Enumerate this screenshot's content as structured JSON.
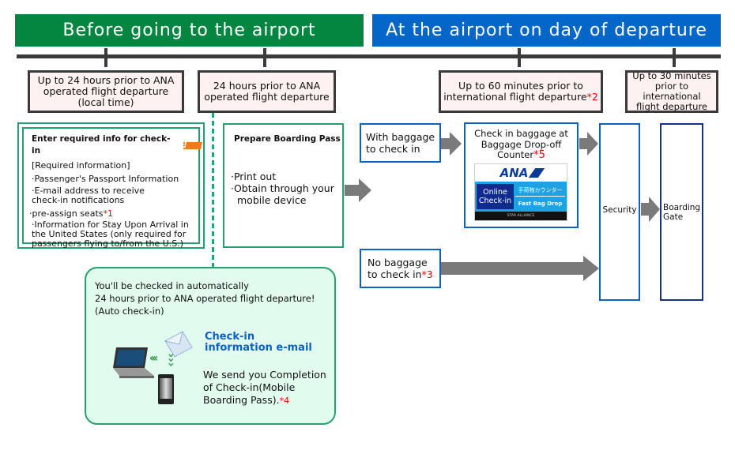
{
  "banners": {
    "before": "Before going to the airport",
    "at_airport": "At the airport on day of departure"
  },
  "timeline_labels": [
    {
      "lines": [
        "Up to 24 hours prior to ANA",
        "operated flight departure",
        "(local time)"
      ],
      "note": ""
    },
    {
      "lines": [
        "24 hours prior to ANA",
        "operated flight departure"
      ],
      "note": ""
    },
    {
      "lines": [
        "Up to 60 minutes prior to",
        "international flight departure"
      ],
      "note": "*2"
    },
    {
      "lines": [
        "Up to 30 minutes",
        "prior to international",
        "flight departure"
      ],
      "note": ""
    }
  ],
  "enter_info": {
    "title": "Enter required info for check-in",
    "subtitle": "[Required information]",
    "items": [
      {
        "text": "·Passenger's Passport Information",
        "note": ""
      },
      {
        "text": "·E-mail address to receive check-in notifications",
        "note": ""
      },
      {
        "text": "·pre-assign seats",
        "note": "*1"
      },
      {
        "text": "·Information for Stay Upon Arrival in the United States (only required for passengers flying to/from the U.S.)",
        "note": ""
      }
    ],
    "icon": "online-checkin-icon"
  },
  "boarding_pass": {
    "title": "Prepare Boarding Pass",
    "items": [
      "·Print out",
      "·Obtain through your mobile device"
    ]
  },
  "with_baggage": {
    "text": "With baggage to check in",
    "note": ""
  },
  "no_baggage": {
    "text": "No baggage to check in",
    "note": "*3"
  },
  "baggage_drop": {
    "title": "Check in baggage at Baggage Drop-off Counter",
    "note": "*5",
    "sign": {
      "brand": "ANA",
      "left": [
        "Online",
        "Check-in"
      ],
      "right_jp": "手荷物カウンター",
      "right_en": "Fast Bag Drop",
      "footer": "STAR ALLIANCE"
    }
  },
  "security": "Security",
  "boarding_gate": [
    "Boarding",
    "Gate"
  ],
  "auto_checkin": {
    "lines": [
      "You'll be checked in automatically",
      "24 hours prior to ANA operated flight departure!",
      "(Auto check-in)"
    ],
    "email_title": [
      "Check-in",
      "information e-mail"
    ],
    "completion": "We send you Completion of Check-in(Mobile Boarding Pass).",
    "note": "*4"
  },
  "colors": {
    "green": "#048540",
    "blue": "#0466c8",
    "note_red": "#e00000",
    "arrow_gray": "#7a7a7a"
  }
}
